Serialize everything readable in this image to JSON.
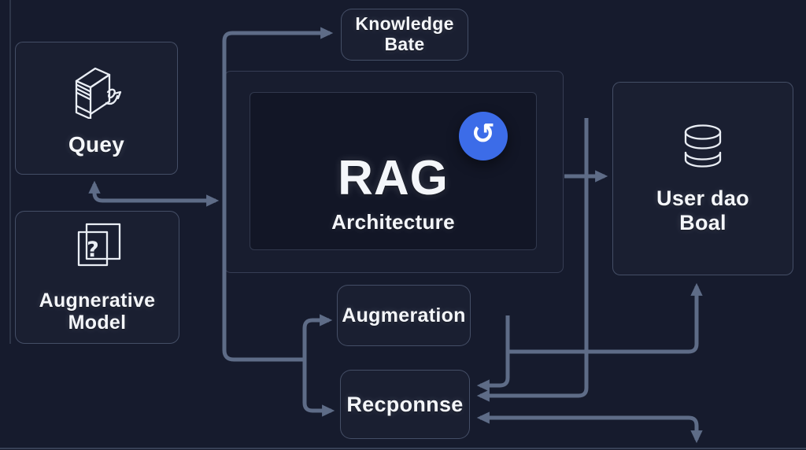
{
  "diagram": {
    "nodes": {
      "knowledge_base": {
        "line1": "Knowledge",
        "line2": "Bate"
      },
      "query": {
        "label": "Quey"
      },
      "generative_model": {
        "line1": "Augnerative",
        "line2": "Model"
      },
      "rag_core": {
        "title": "RAG",
        "subtitle": "Architecture"
      },
      "user_data": {
        "line1": "User dao",
        "line2": "Boal"
      },
      "augmentation": {
        "label": "Augmeration"
      },
      "response": {
        "label": "Recponnse"
      }
    },
    "icons": {
      "rotate_glyph": "↺",
      "question_glyph": "?"
    },
    "colors": {
      "background": "#161b2d",
      "box_border": "#7a89a8",
      "connector": "#5e6c87",
      "accent_blue": "#3c6ce8",
      "text": "#f4f6fa"
    }
  }
}
